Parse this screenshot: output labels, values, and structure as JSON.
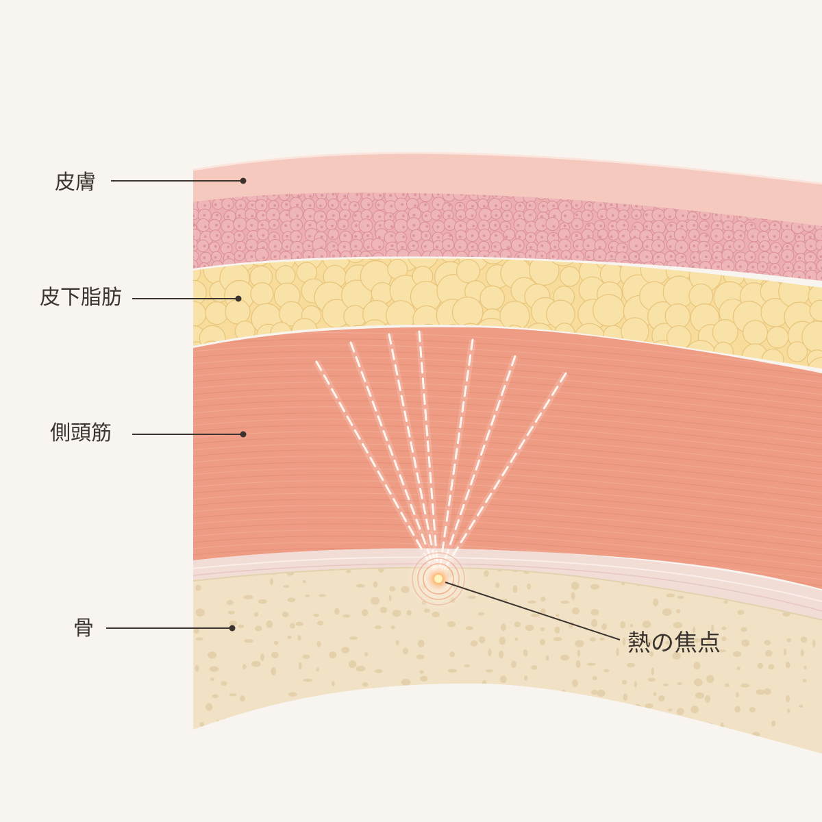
{
  "labels": {
    "skin": "皮膚",
    "subcutaneous_fat": "皮下脂肪",
    "temporalis_muscle": "側頭筋",
    "bone": "骨",
    "heat_focus": "熱の焦点"
  },
  "colors": {
    "background": "#f8f5f1",
    "skin": "#f5c9bd",
    "dermis": "#ecaeb1",
    "fat": "#f7dc9c",
    "muscle": "#ee9c84",
    "fascia": "#f1dcd6",
    "bone": "#f1e2c6",
    "focus": "#ff8c1a",
    "leader_line": "#3b342e"
  }
}
